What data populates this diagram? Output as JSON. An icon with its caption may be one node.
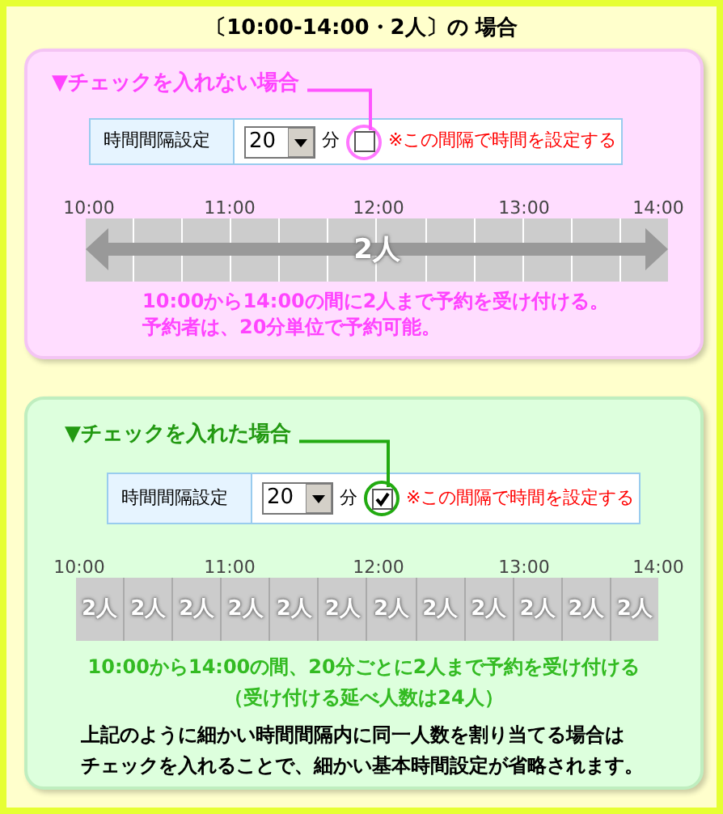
{
  "diagram": {
    "title": "〔10:00-14:00・2人〕の 場合",
    "nodes": [
      {
        "text": [],
        "shape": "box"
      },
      {
        "text": [
          "▼チェックを入れない場合"
        ],
        "in": 0
      },
      {
        "text": [],
        "shape": "circle",
        "in": 0
      },
      {
        "text": [],
        "shape": "box"
      },
      {
        "text": [
          "▼チェックを入れた場合"
        ],
        "in": 3
      },
      {
        "text": [],
        "shape": "circle",
        "in": 3
      }
    ],
    "edges": [
      {
        "from": 1,
        "to": 2,
        "arrow": "none",
        "color": "#ff55ff"
      },
      {
        "from": 4,
        "to": 5,
        "arrow": "none",
        "color": "#22aa11"
      }
    ],
    "labels": [
      "時間間隔設定",
      "20",
      "分",
      "※この間隔で時間を設定する",
      "10:00",
      "11:00",
      "12:00",
      "13:00",
      "14:00",
      "2人",
      "10:00から14:00の間に2人まで予約を受け付ける。",
      "予約者は、20分単位で予約可能。",
      "時間間隔設定",
      "20",
      "分",
      "※この間隔で時間を設定する",
      "10:00",
      "11:00",
      "12:00",
      "13:00",
      "14:00",
      "2人",
      "2人",
      "2人",
      "2人",
      "2人",
      "2人",
      "2人",
      "2人",
      "2人",
      "2人",
      "2人",
      "2人",
      "10:00から14:00の間、20分ごとに2人まで予約を受け付ける",
      "（受け付ける延べ人数は24人）",
      "上記のように細かい時間間隔内に同一人数を割り当てる場合は",
      "チェックを入れることで、細かい基本時間設定が省略されます。"
    ]
  }
}
